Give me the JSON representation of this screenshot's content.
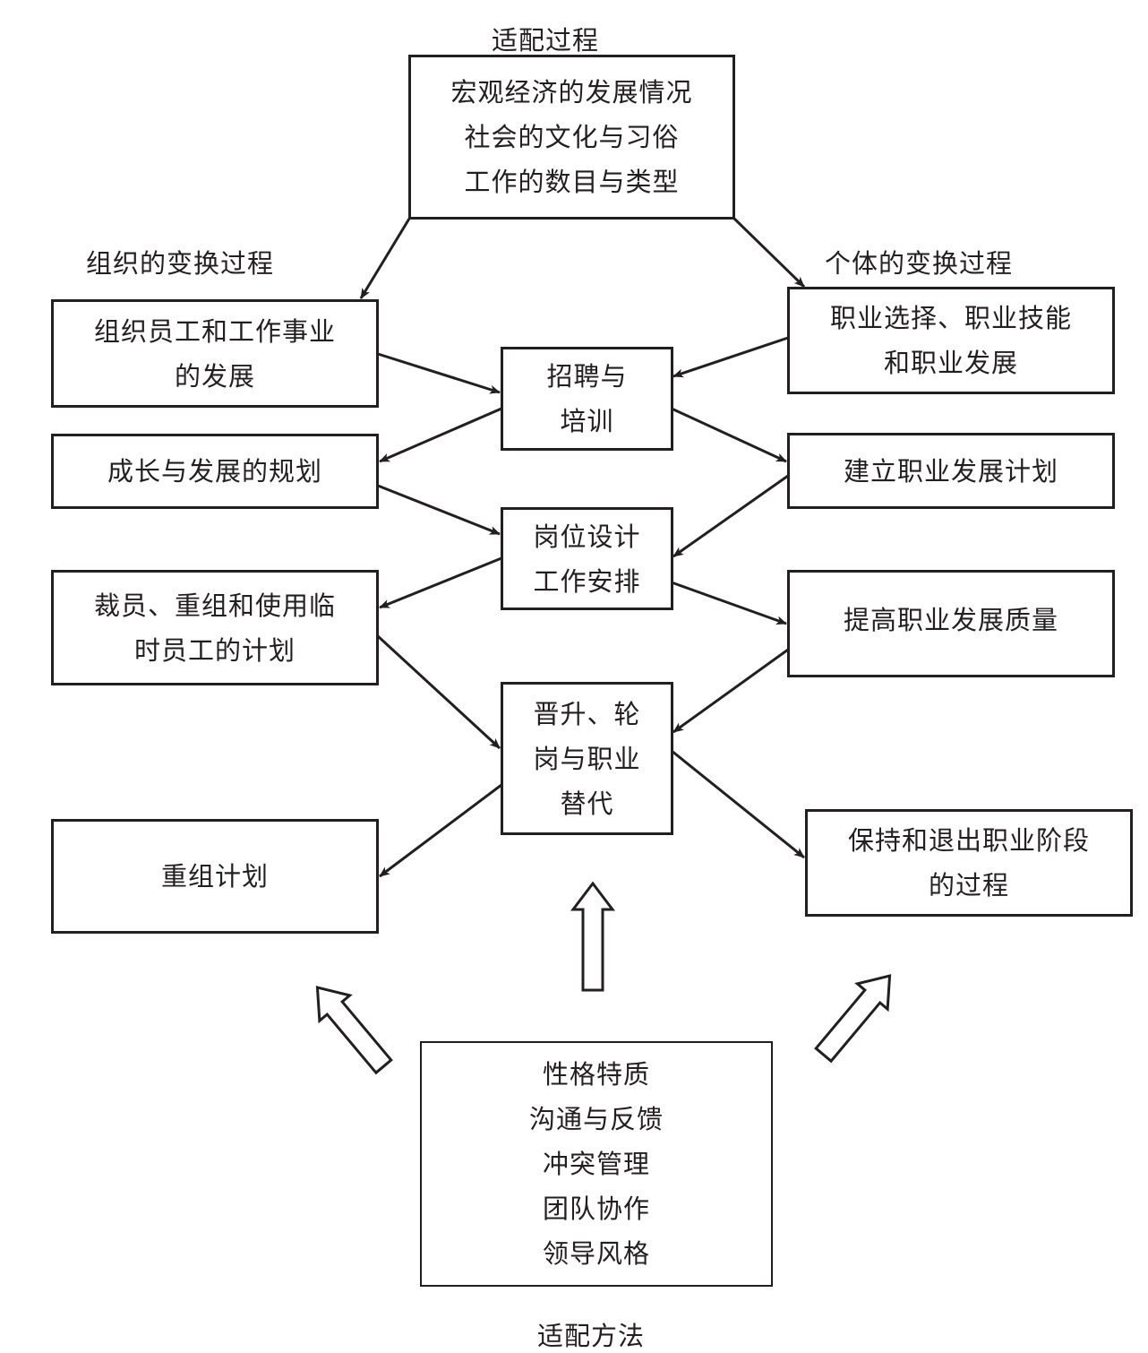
{
  "labels": {
    "fit_process": "适配过程",
    "org_process": "组织的变换过程",
    "individual_process": "个体的变换过程",
    "fit_method": "适配方法"
  },
  "top_box": {
    "lines": [
      "宏观经济的发展情况",
      "社会的文化与习俗",
      "工作的数目与类型"
    ]
  },
  "left_column": [
    {
      "lines": [
        "组织员工和工作事业",
        "的发展"
      ]
    },
    {
      "lines": [
        "成长与发展的规划"
      ]
    },
    {
      "lines": [
        "裁员、重组和使用临",
        "时员工的计划"
      ]
    },
    {
      "lines": [
        "重组计划"
      ]
    }
  ],
  "center_column": [
    {
      "lines": [
        "招聘与",
        "培训"
      ]
    },
    {
      "lines": [
        "岗位设计",
        "工作安排"
      ]
    },
    {
      "lines": [
        "晋升、轮",
        "岗与职业",
        "替代"
      ]
    }
  ],
  "right_column": [
    {
      "lines": [
        "职业选择、职业技能",
        "和职业发展"
      ]
    },
    {
      "lines": [
        "建立职业发展计划"
      ]
    },
    {
      "lines": [
        "提高职业发展质量"
      ]
    },
    {
      "lines": [
        "保持和退出职业阶段",
        "的过程"
      ]
    }
  ],
  "bottom_box": {
    "lines": [
      "性格特质",
      "沟通与反馈",
      "冲突管理",
      "团队协作",
      "领导风格"
    ]
  },
  "colors": {
    "stroke": "#231f20",
    "background": "#ffffff"
  }
}
